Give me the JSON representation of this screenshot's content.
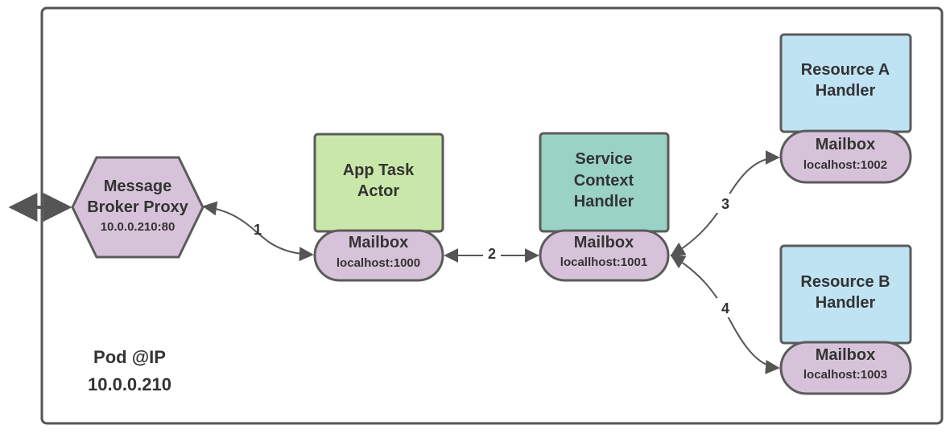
{
  "pod": {
    "title": "Pod @IP",
    "ip": "10.0.0.210"
  },
  "proxy": {
    "line1": "Message",
    "line2": "Broker Proxy",
    "address": "10.0.0.210:80"
  },
  "app_task": {
    "line1": "App Task",
    "line2": "Actor",
    "mailbox_title": "Mailbox",
    "mailbox_address": "localhost:1000"
  },
  "service_context": {
    "line1": "Service",
    "line2": "Context",
    "line3": "Handler",
    "mailbox_title": "Mailbox",
    "mailbox_address": "locallhost:1001"
  },
  "resource_a": {
    "line1": "Resource A",
    "line2": "Handler",
    "mailbox_title": "Mailbox",
    "mailbox_address": "localhost:1002"
  },
  "resource_b": {
    "line1": "Resource B",
    "line2": "Handler",
    "mailbox_title": "Mailbox",
    "mailbox_address": "localhost:1003"
  },
  "edges": {
    "e1": "1",
    "e2": "2",
    "e3": "3",
    "e4": "4"
  },
  "colors": {
    "mailbox_fill": "#d7c3d9",
    "proxy_fill": "#d7c3d9",
    "app_task_fill": "#c9e7a9",
    "service_fill": "#9ad3c6",
    "resource_fill": "#bfe3f3",
    "stroke": "#5b5b5b",
    "pod_border": "#555555"
  }
}
